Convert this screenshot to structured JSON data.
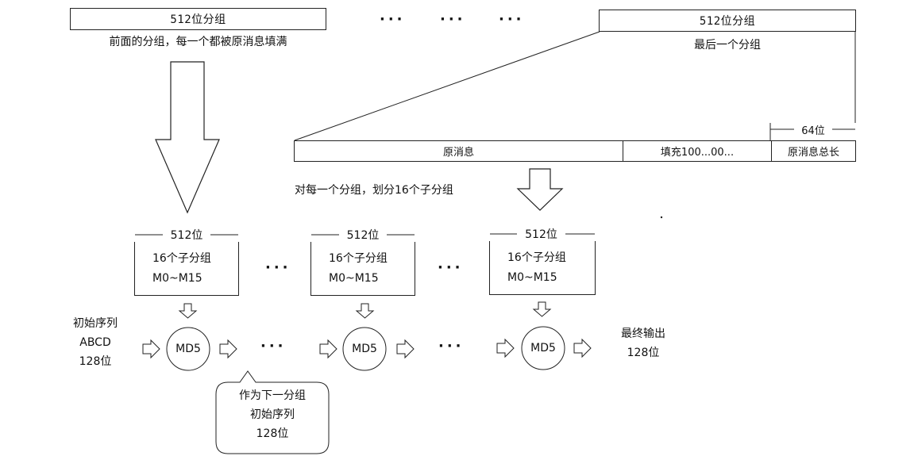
{
  "top_left_block": {
    "label": "512位分组",
    "caption": "前面的分组，每一个都被原消息填满"
  },
  "top_right_block": {
    "label": "512位分组",
    "caption": "最后一个分组"
  },
  "ellipsis": "···",
  "expanded_block": {
    "segment_message": "原消息",
    "segment_padding": "填充100...00...",
    "segment_length": "原消息总长",
    "length_bits": "64位"
  },
  "split_caption": "对每一个分组，划分16个子分组",
  "subgroup_block": {
    "bits": "512位",
    "line1": "16个子分组",
    "line2": "M0~M15"
  },
  "md5_label": "MD5",
  "initial_sequence": {
    "line1": "初始序列",
    "line2": "ABCD",
    "line3": "128位"
  },
  "final_output": {
    "line1": "最终输出",
    "line2": "128位"
  },
  "callout": {
    "line1": "作为下一分组",
    "line2": "初始序列",
    "line3": "128位"
  }
}
